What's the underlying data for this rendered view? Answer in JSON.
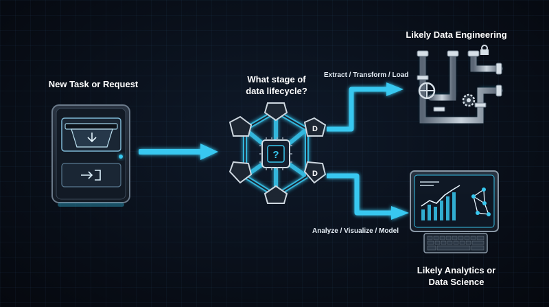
{
  "colors": {
    "background": "#080d16",
    "accent": "#38c8f0",
    "text": "#ffffff"
  },
  "input": {
    "title": "New Task or Request",
    "icon": "document-tray-icon"
  },
  "center": {
    "question": [
      "What stage of",
      "data lifecycle?"
    ],
    "node_label": "D",
    "icon": "question-chip-icon"
  },
  "top_branch": {
    "edge_label": "Extract / Transform / Load",
    "title": "Likely Data Engineering",
    "icon": "pipeline-icon"
  },
  "bottom_branch": {
    "edge_label": "Analyze / Visualize / Model",
    "title": [
      "Likely Analytics or",
      "Data Science"
    ],
    "icon": "analytics-screen-icon"
  }
}
